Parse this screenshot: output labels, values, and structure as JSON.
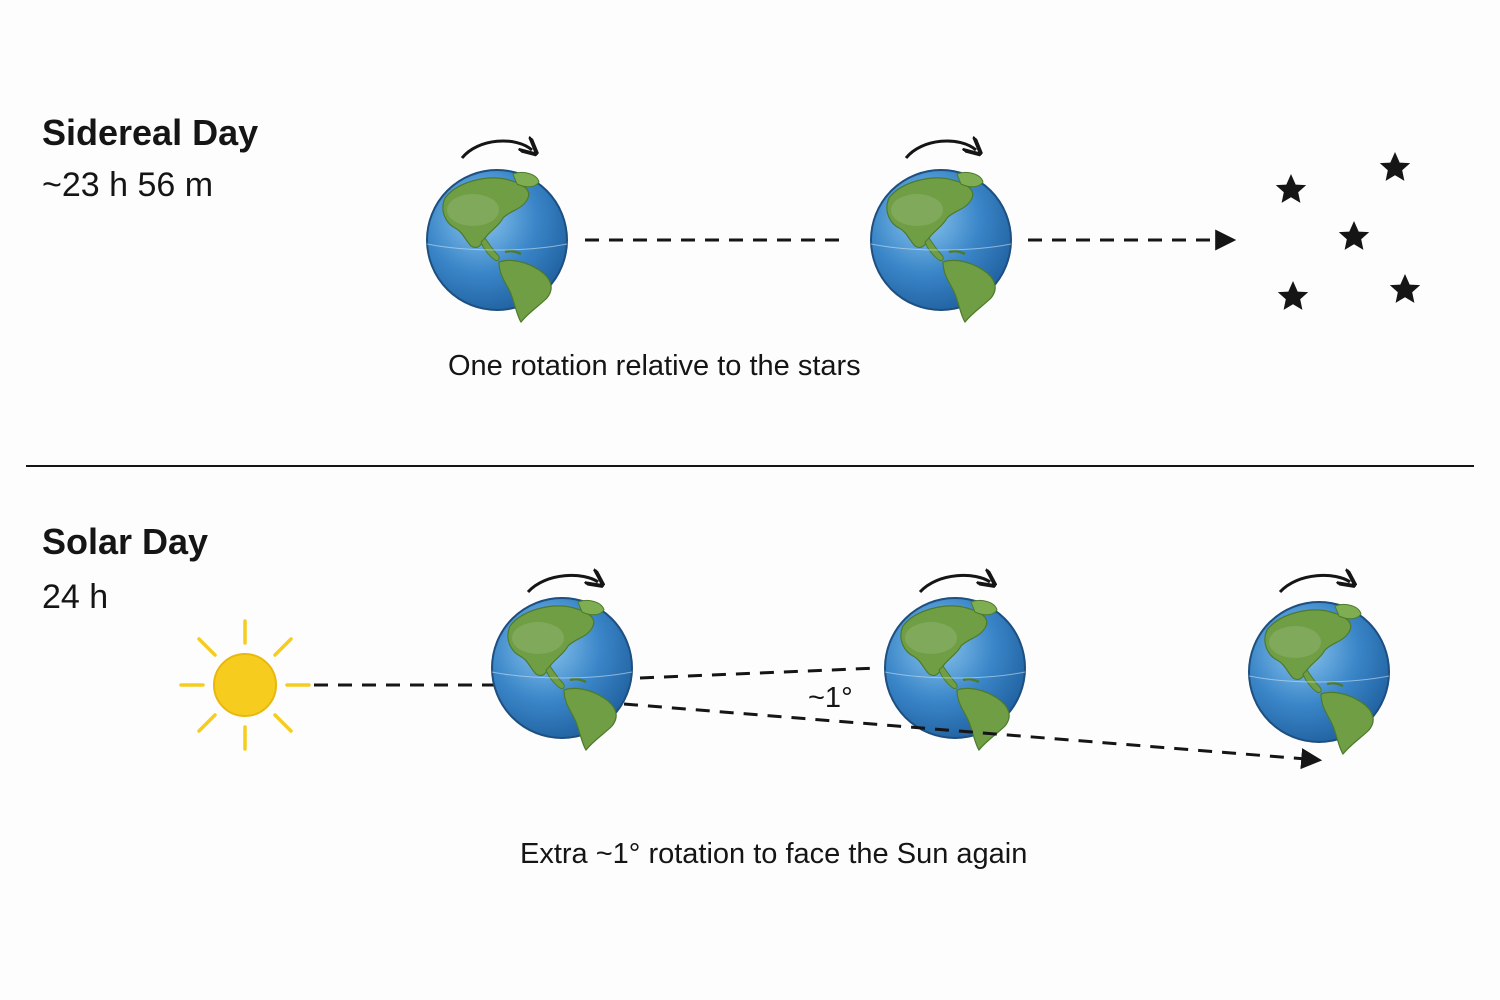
{
  "sidereal": {
    "title": "Sidereal Day",
    "duration": "~23 h 56 m",
    "caption": "One rotation relative to the stars"
  },
  "solar": {
    "title": "Solar Day",
    "duration": "24 h",
    "angle_label": "~1°",
    "caption": "Extra ~1° rotation to face the Sun again"
  },
  "icons": {
    "earth": "earth-globe-icon",
    "sun": "sun-icon",
    "star": "star-icon",
    "rotation": "rotation-arrow-icon"
  },
  "colors": {
    "ocean": "#3a86c8",
    "land": "#6f9e45",
    "sun": "#f6cd1f",
    "ink": "#151515"
  }
}
